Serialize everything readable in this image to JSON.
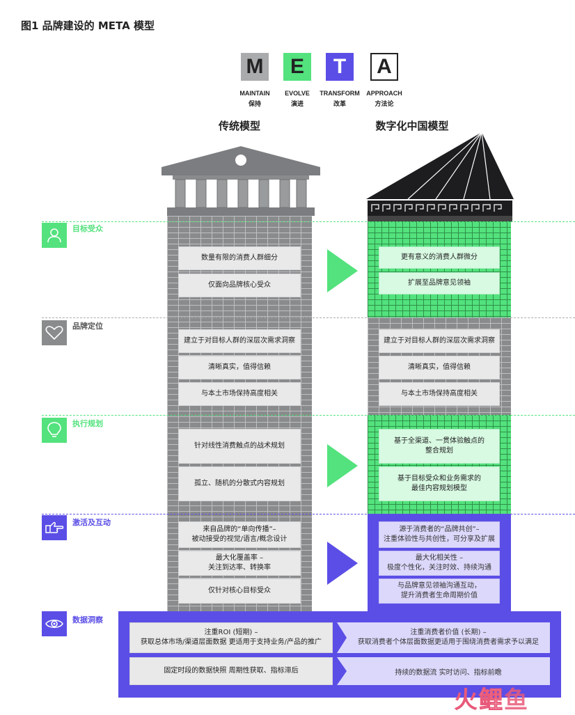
{
  "figure_title": "图1 品牌建设的 META 模型",
  "meta": [
    {
      "letter": "M",
      "en": "MAINTAIN",
      "cn": "保持",
      "bg": "#a9abad",
      "fg": "#222222",
      "border": "#a9abad"
    },
    {
      "letter": "E",
      "en": "EVOLVE",
      "cn": "演进",
      "bg": "#53e27d",
      "fg": "#222222",
      "border": "#53e27d"
    },
    {
      "letter": "T",
      "en": "TRANSFORM",
      "cn": "改革",
      "bg": "#5b4ee6",
      "fg": "#ffffff",
      "border": "#5b4ee6"
    },
    {
      "letter": "A",
      "en": "APPROACH",
      "cn": "方法论",
      "bg": "#ffffff",
      "fg": "#222222",
      "border": "#222222"
    }
  ],
  "models": {
    "traditional": "传统模型",
    "digital": "数字化中国模型"
  },
  "sections": [
    {
      "label": "目标受众",
      "icon": "person-icon",
      "color": "#53e27d"
    },
    {
      "label": "品牌定位",
      "icon": "heart-icon",
      "color": "#8a8b8d"
    },
    {
      "label": "执行规划",
      "icon": "lightbulb-icon",
      "color": "#53e27d"
    },
    {
      "label": "激活及互动",
      "icon": "pointing-hand-icon",
      "color": "#5b4ee6"
    },
    {
      "label": "数据洞察",
      "icon": "eye-icon",
      "color": "#5b4ee6"
    }
  ],
  "left": {
    "audience": [
      "数量有限的消费人群细分",
      "仅面向品牌核心受众"
    ],
    "positioning": [
      "建立于对目标人群的深层次需求洞察",
      "清晰真实，值得信赖",
      "与本土市场保持高度相关"
    ],
    "planning": [
      "针对线性消费触点的战术规划",
      "孤立、随机的分散式内容规划"
    ],
    "activation": [
      [
        "来自品牌的“单向传播”–",
        "被动接受的视觉/语言/概念设计"
      ],
      [
        "最大化覆盖率 –",
        "关注到达率、转换率"
      ],
      [
        "仅针对核心目标受众"
      ]
    ]
  },
  "right": {
    "audience": [
      "更有意义的消费人群微分",
      "扩展至品牌意见领袖"
    ],
    "positioning": [
      "建立于对目标人群的深层次需求洞察",
      "清晰真实，值得信赖",
      "与本土市场保持高度相关"
    ],
    "planning": [
      [
        "基于全渠道、一贯体验触点的",
        "整合规划"
      ],
      [
        "基于目标受众和业务需求的",
        "最佳内容规划模型"
      ]
    ],
    "activation": [
      [
        "源于消费者的“品牌共创”–",
        "注重体验性与共创性，可分享及扩展"
      ],
      [
        "最大化相关性 –",
        "极度个性化，关注时效、持续沟通"
      ],
      [
        "与品牌意见领袖沟通互动，",
        "提升消费者生命周期价值"
      ]
    ]
  },
  "data_insight": {
    "left": [
      [
        "注重ROI (短期) –",
        "获取总体市场/渠道层面数据 更适用于支持业务/产品的推广"
      ],
      [
        "固定时段的数据快照 周期性获取、指标滞后"
      ]
    ],
    "right": [
      [
        "注重消费者价值 (长期) –",
        "获取消费者个体层面数据更适用于围绕消费者需求予以满足"
      ],
      [
        "持续的数据流 实时访问、指标前瞻"
      ]
    ]
  },
  "watermark": "火鲤鱼",
  "colors": {
    "gray": "#8a8b8d",
    "green": "#53e27d",
    "purple": "#5b4ee6",
    "dark": "#1d1d1f"
  }
}
